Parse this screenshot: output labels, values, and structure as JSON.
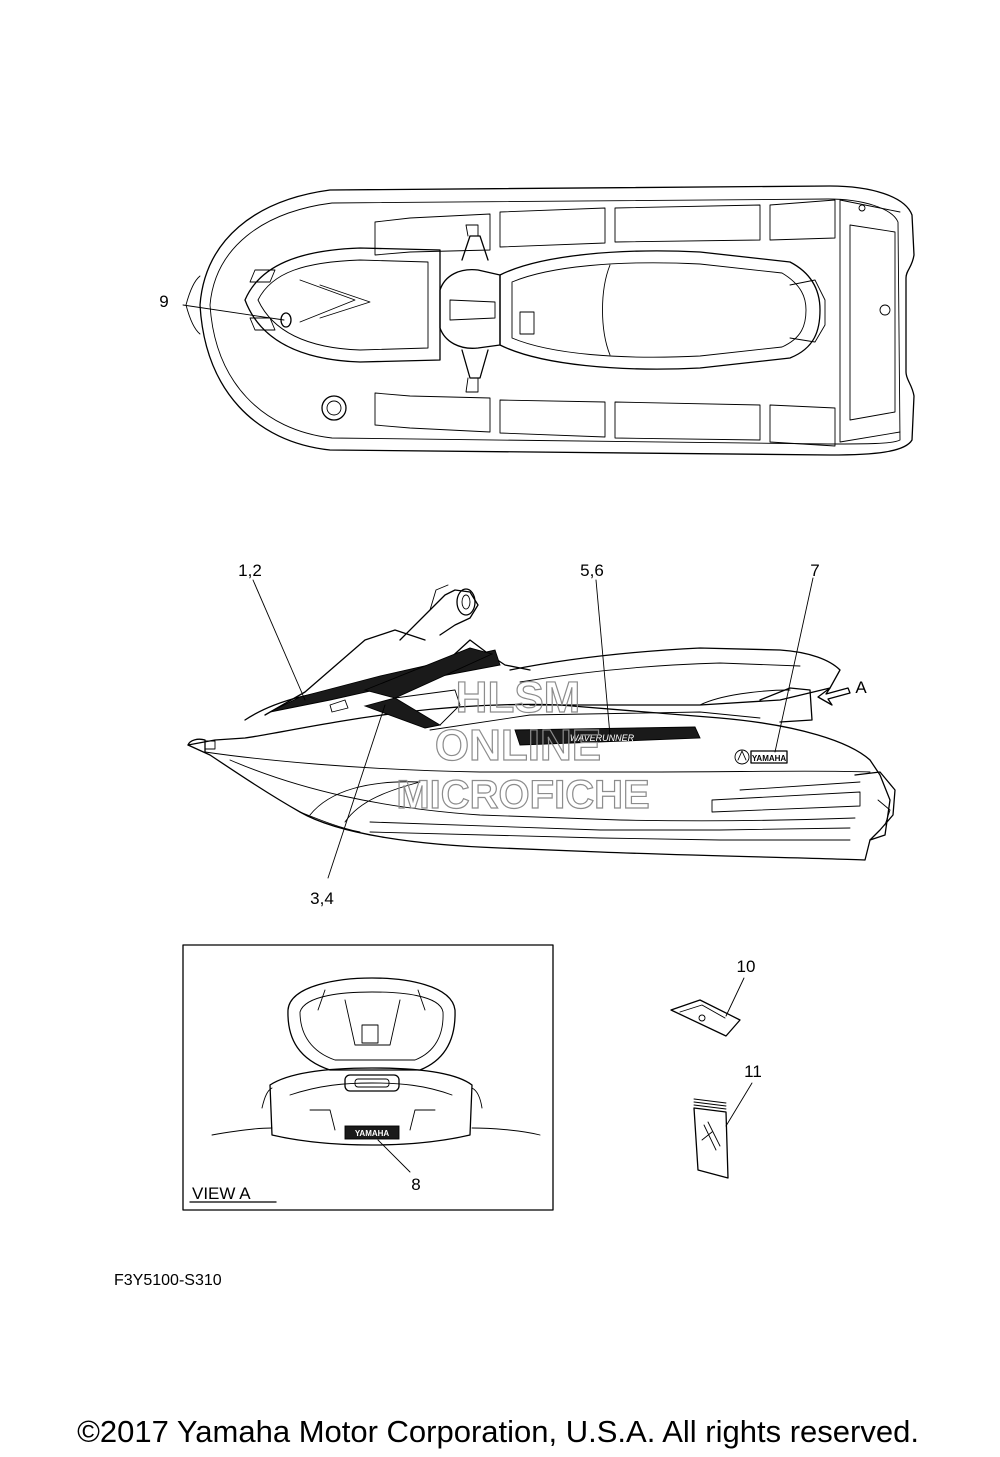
{
  "callouts": {
    "c1_2": "1,2",
    "c3_4": "3,4",
    "c5_6": "5,6",
    "c7": "7",
    "c8": "8",
    "c9": "9",
    "c10": "10",
    "c11": "11",
    "arrow_a": "A"
  },
  "inset": {
    "title": "VIEW A"
  },
  "decal_text": {
    "brand": "YAMAHA",
    "model": "WAVERUNNER"
  },
  "watermark": {
    "line1": "HLSM",
    "line2": "ONLINE",
    "line3": "MICROFICHE"
  },
  "diagram_code": "F3Y5100-S310",
  "copyright": "©2017 Yamaha Motor Corporation, U.S.A. All rights reserved."
}
